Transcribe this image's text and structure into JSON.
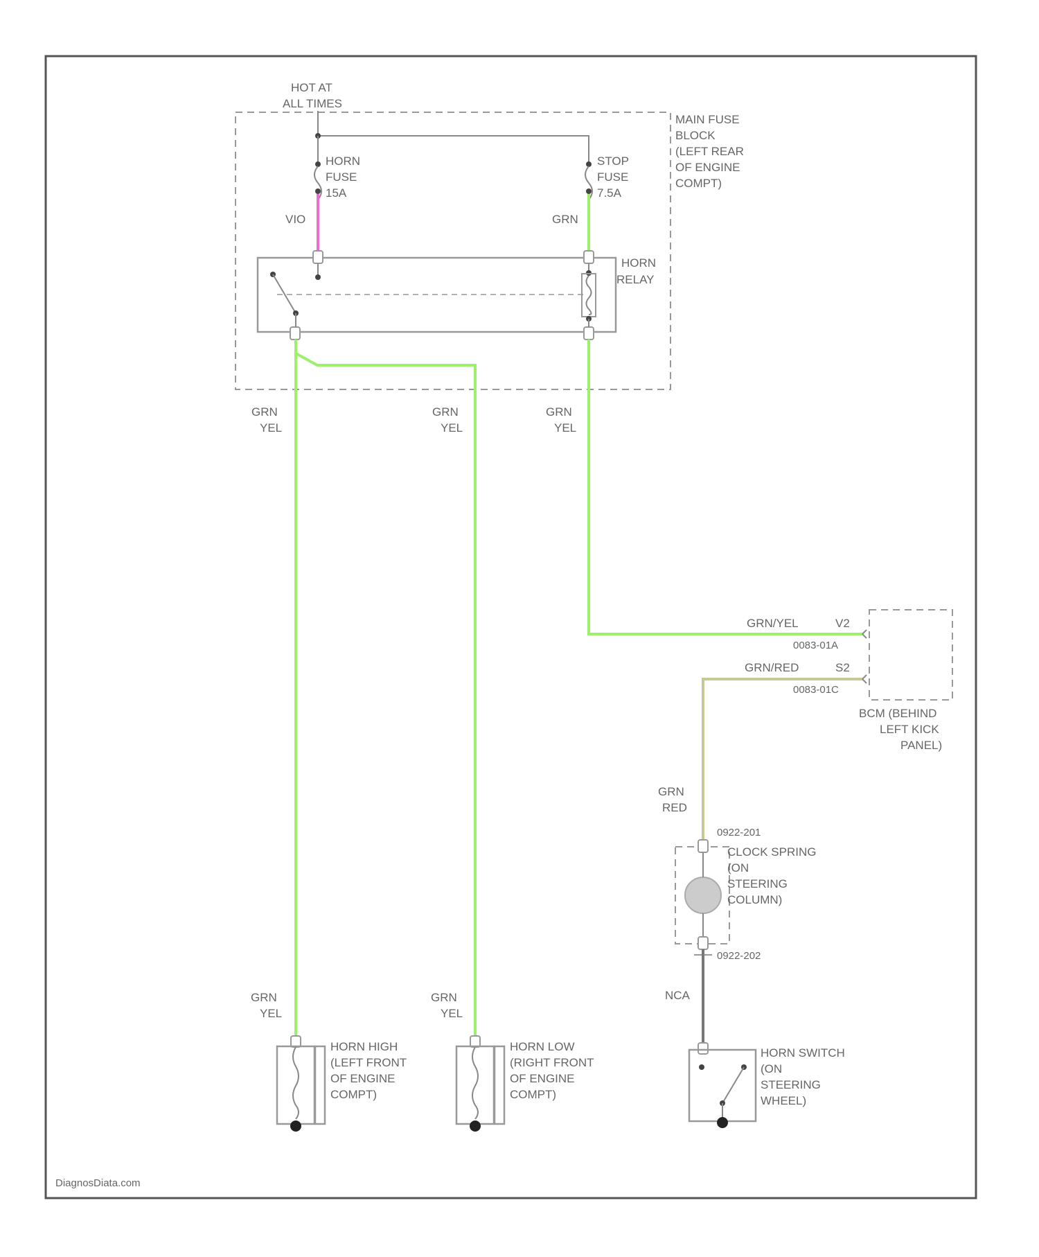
{
  "footer": {
    "watermark": "DiagnosDiata.com"
  },
  "colors": {
    "wire_green": "#9cf06a",
    "wire_pink": "#f06ad2",
    "wire_olive": "#c6c896",
    "wire_gray": "#777777",
    "frame": "#555555"
  },
  "power": {
    "label_line1": "HOT AT",
    "label_line2": "ALL TIMES"
  },
  "fuse_block": {
    "line1": "MAIN FUSE",
    "line2": "BLOCK",
    "line3": "(LEFT REAR",
    "line4": "OF ENGINE",
    "line5": "COMPT)"
  },
  "horn_fuse": {
    "line1": "HORN",
    "line2": "FUSE",
    "line3": "15A"
  },
  "stop_fuse": {
    "line1": "STOP",
    "line2": "FUSE",
    "line3": "7.5A"
  },
  "horn_relay": {
    "line1": "HORN",
    "line2": "RELAY"
  },
  "wires": {
    "vio": "VIO",
    "grn_top": "GRN",
    "w1_line1": "GRN",
    "w1_line2": "YEL",
    "w2_line1": "GRN",
    "w2_line2": "YEL",
    "w3_line1": "GRN",
    "w3_line2": "YEL",
    "grn_yel": "GRN/YEL",
    "grn_red": "GRN/RED",
    "w4_line1": "GRN",
    "w4_line2": "RED",
    "w5_line1": "GRN",
    "w5_line2": "YEL",
    "w6_line1": "GRN",
    "w6_line2": "YEL",
    "nca": "NCA"
  },
  "bcm": {
    "pin_top": "V2",
    "pin_bottom": "S2",
    "conn_top": "0083-01A",
    "conn_bottom": "0083-01C",
    "line1": "BCM (BEHIND",
    "line2": "LEFT KICK",
    "line3": "PANEL)"
  },
  "clock_spring": {
    "conn_top": "0922-201",
    "conn_bottom": "0922-202",
    "line1": "CLOCK SPRING",
    "line2": "(ON",
    "line3": "STEERING",
    "line4": "COLUMN)"
  },
  "horn_high": {
    "line1": "HORN HIGH",
    "line2": "(LEFT FRONT",
    "line3": "OF ENGINE",
    "line4": "COMPT)"
  },
  "horn_low": {
    "line1": "HORN LOW",
    "line2": "(RIGHT FRONT",
    "line3": "OF ENGINE",
    "line4": "COMPT)"
  },
  "horn_switch": {
    "line1": "HORN SWITCH",
    "line2": "(ON",
    "line3": "STEERING",
    "line4": "WHEEL)"
  }
}
